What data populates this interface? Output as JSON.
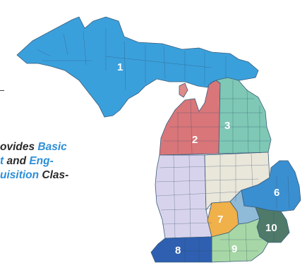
{
  "text_fragment": {
    "line1_plain": "ovides ",
    "line1_link": "Basic",
    "line2_link": "t",
    "line2_plain_a": " and ",
    "line2_link_b": "Eng-",
    "line3_link": "uisition",
    "line3_plain": " Clas-"
  },
  "map": {
    "regions": [
      {
        "id": "1",
        "label": "1",
        "color": "#3aa0dc"
      },
      {
        "id": "2",
        "label": "2",
        "color": "#d9767a"
      },
      {
        "id": "3",
        "label": "3",
        "color": "#7ec8b5"
      },
      {
        "id": "6",
        "label": "6",
        "color": "#3a8fd0"
      },
      {
        "id": "7",
        "label": "7",
        "color": "#f0b04a"
      },
      {
        "id": "8",
        "label": "8",
        "color": "#2e5fb0"
      },
      {
        "id": "9",
        "label": "9",
        "color": "#a7d7a6"
      },
      {
        "id": "10",
        "label": "10",
        "color": "#4f7a6a"
      }
    ],
    "unlabeled_colors": {
      "west_central": "#d8d3ec",
      "mid_central": "#e9e6da",
      "thumb_south": "#8fbad8"
    }
  }
}
